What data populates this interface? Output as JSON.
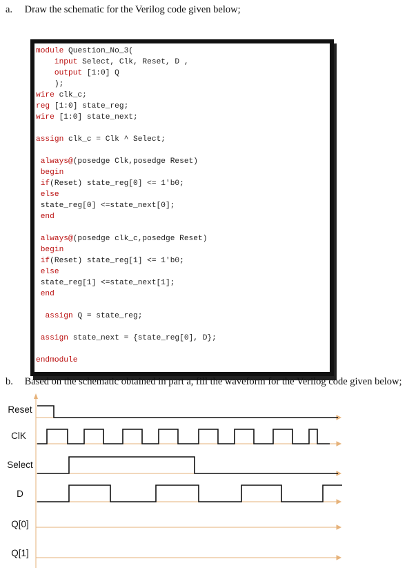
{
  "part_a": {
    "letter": "a.",
    "text": "Draw the schematic for the Verilog code given below;"
  },
  "part_b": {
    "letter": "b.",
    "text": "Based on the schematic obtained in part a, fill the waveform for the Verilog code given below;"
  },
  "code_lines": [
    "module Question_No_3(",
    "    input Select, Clk, Reset, D ,",
    "    output [1:0] Q",
    "    );",
    "wire clk_c;",
    "reg [1:0] state_reg;",
    "wire [1:0] state_next;",
    "",
    "assign clk_c = Clk ^ Select;",
    "",
    " always@(posedge Clk,posedge Reset)",
    " begin",
    " if(Reset) state_reg[0] <= 1'b0;",
    " else",
    " state_reg[0] <=state_next[0];",
    " end",
    "",
    " always@(posedge clk_c,posedge Reset)",
    " begin",
    " if(Reset) state_reg[1] <= 1'b0;",
    " else",
    " state_reg[1] <=state_next[1];",
    " end",
    "",
    "  assign Q = state_reg;",
    "",
    " assign state_next = {state_reg[0], D};",
    "",
    "endmodule"
  ],
  "signals": [
    {
      "name": "Reset"
    },
    {
      "name": "ClK"
    },
    {
      "name": "Select"
    },
    {
      "name": "D"
    },
    {
      "name": "Q[0]"
    },
    {
      "name": "Q[1]"
    }
  ]
}
